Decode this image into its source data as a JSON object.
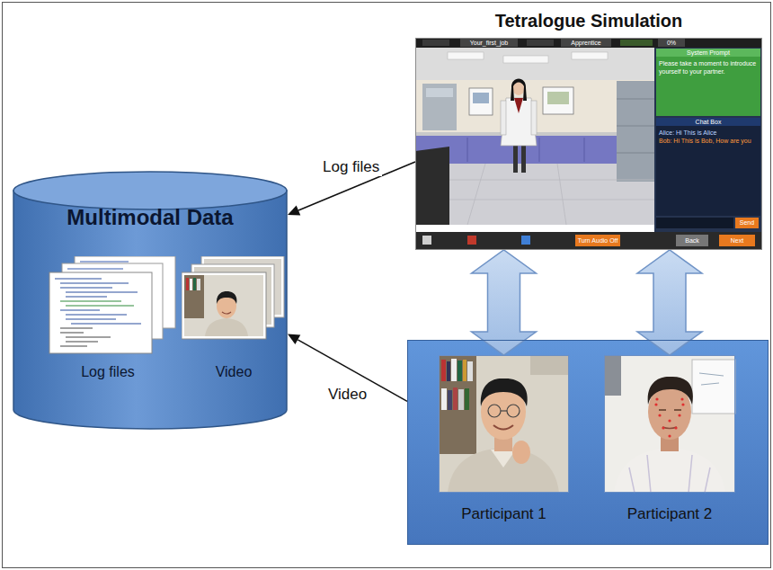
{
  "diagram": {
    "nodes": [
      {
        "text": [
          "Multimodal Data"
        ]
      },
      {
        "text": [
          "Log files"
        ],
        "in": 0
      },
      {
        "text": [
          "Video"
        ],
        "in": 0
      },
      {
        "text": [
          "Tetralogue Simulation"
        ]
      },
      {
        "text": []
      },
      {
        "text": [
          "Participant 1"
        ],
        "in": 4
      },
      {
        "text": [
          "Participant 2"
        ],
        "in": 4
      }
    ],
    "edges": [
      {
        "from": 3,
        "to": 0,
        "label": "Log files",
        "arrow": "to"
      },
      {
        "from": 4,
        "to": 0,
        "label": "Video",
        "arrow": "to"
      },
      {
        "from": 5,
        "to": 3,
        "arrow": "both"
      },
      {
        "from": 6,
        "to": 3,
        "arrow": "both"
      }
    ],
    "labels": [
      "Your_first_job",
      "Apprentice",
      "0%",
      "System Prompt",
      "Please take a moment to introduce yourself to your partner.",
      "Chat Box",
      "Alice: Hi This is Alice",
      "Bob: Hi This is Bob, How are you",
      "Send",
      "Turn Audio Off",
      "Back",
      "Next"
    ]
  }
}
